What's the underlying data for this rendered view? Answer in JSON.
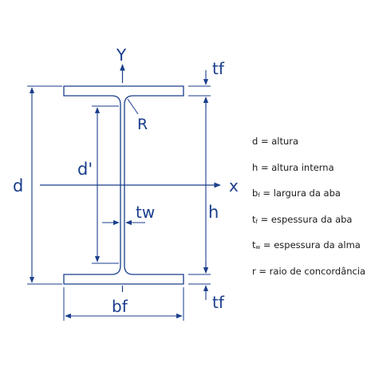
{
  "diagram": {
    "labels": {
      "y_axis": "Y",
      "x_axis": "x",
      "d": "d",
      "d_prime": "d'",
      "h": "h",
      "tw": "tw",
      "bf": "bf",
      "tf_top": "tf",
      "tf_bottom": "tf",
      "r": "R"
    }
  },
  "legend": {
    "items": [
      {
        "symbol": "d",
        "sub": "",
        "text": " =  altura"
      },
      {
        "symbol": "h",
        "sub": "",
        "text": " = altura interna"
      },
      {
        "symbol": "b",
        "sub": "f",
        "text": " = largura da aba"
      },
      {
        "symbol": "t",
        "sub": "f",
        "text": " = espessura da aba"
      },
      {
        "symbol": "t",
        "sub": "w",
        "text": " = espessura da alma"
      },
      {
        "symbol": "r",
        "sub": "",
        "text": " = raio de concordância"
      }
    ]
  },
  "colors": {
    "outline": "#1a3e8c",
    "dimension": "#1a3e8c",
    "legend_text": "#1a1a1a"
  }
}
